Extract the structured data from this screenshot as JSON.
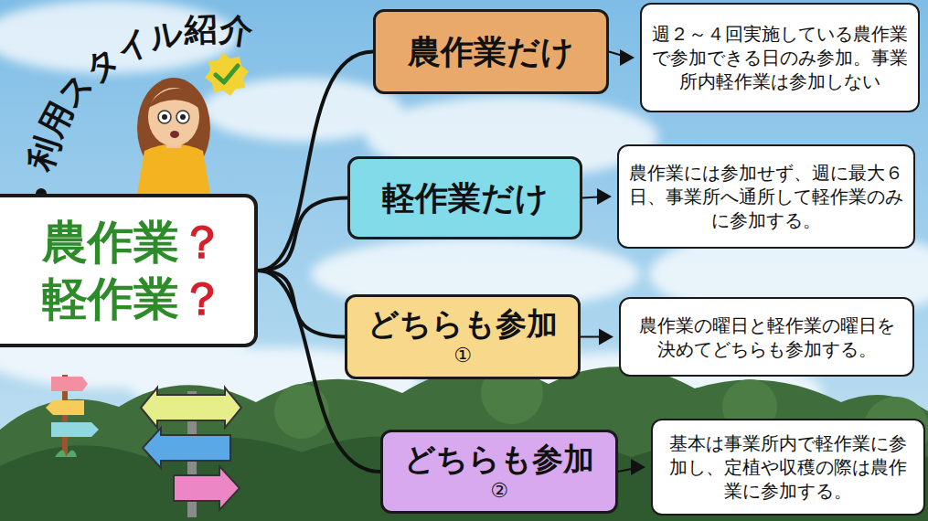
{
  "diagram": {
    "title": "利用スタイル紹介",
    "nodes": [
      {
        "text": [
          "農作業？ 軽作業？"
        ]
      },
      {
        "text": [
          "農作業だけ"
        ]
      },
      {
        "text": [
          "週２～４回実施している農作業で参加できる日のみ参加。事業所内軽作業は参加しない"
        ]
      },
      {
        "text": [
          "軽作業だけ"
        ]
      },
      {
        "text": [
          "農作業には参加せず、週に最大６日、事業所へ通所して軽作業のみに参加する。"
        ]
      },
      {
        "text": [
          "どちらも参加",
          "①"
        ]
      },
      {
        "text": [
          "農作業の曜日と軽作業の曜日を決めてどちらも参加する。"
        ]
      },
      {
        "text": [
          "どちらも参加",
          "②"
        ]
      },
      {
        "text": [
          "基本は事業所内で軽作業に参加し、定植や収穫の際は農作業に参加する。"
        ]
      }
    ],
    "edges": [
      {
        "from": 0,
        "to": 1,
        "arrow": "none"
      },
      {
        "from": 0,
        "to": 3,
        "arrow": "none"
      },
      {
        "from": 0,
        "to": 5,
        "arrow": "none"
      },
      {
        "from": 0,
        "to": 7,
        "arrow": "none"
      },
      {
        "from": 1,
        "to": 2,
        "arrow": "to"
      },
      {
        "from": 3,
        "to": 4,
        "arrow": "to"
      },
      {
        "from": 5,
        "to": 6,
        "arrow": "to"
      },
      {
        "from": 7,
        "to": 8,
        "arrow": "to"
      }
    ]
  }
}
